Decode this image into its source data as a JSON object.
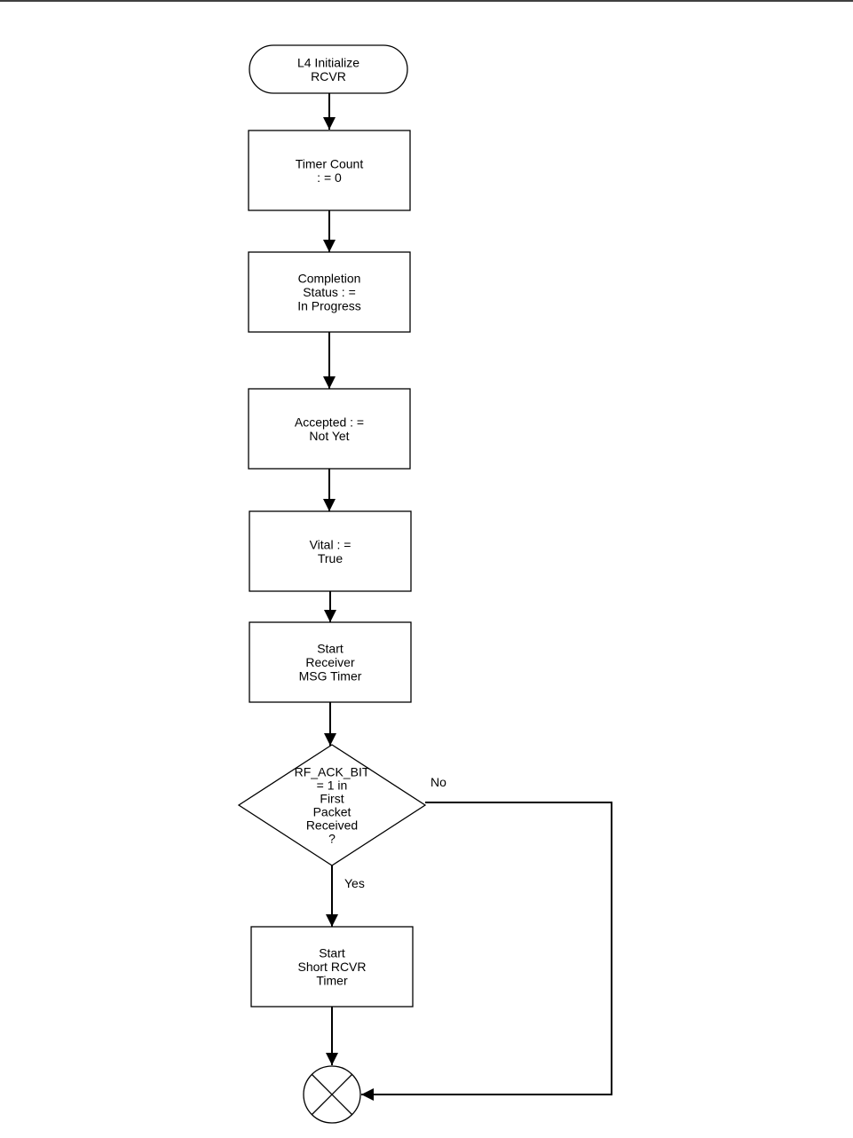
{
  "flowchart": {
    "nodes": [
      {
        "id": "start",
        "type": "terminator",
        "lines": [
          "L4 Initialize",
          "RCVR"
        ]
      },
      {
        "id": "timer-count",
        "type": "process",
        "lines": [
          "Timer Count",
          ": = 0"
        ]
      },
      {
        "id": "completion-status",
        "type": "process",
        "lines": [
          "Completion",
          "Status : =",
          "In Progress"
        ]
      },
      {
        "id": "accepted",
        "type": "process",
        "lines": [
          "Accepted : =",
          "Not Yet"
        ]
      },
      {
        "id": "vital",
        "type": "process",
        "lines": [
          "Vital : =",
          "True"
        ]
      },
      {
        "id": "start-receiver-timer",
        "type": "process",
        "lines": [
          "Start",
          "Receiver",
          "MSG Timer"
        ]
      },
      {
        "id": "ack-bit-decision",
        "type": "decision",
        "lines": [
          "RF_ACK_BIT",
          "= 1 in",
          "First",
          "Packet",
          "Received",
          "?"
        ]
      },
      {
        "id": "start-short-timer",
        "type": "process",
        "lines": [
          "Start",
          "Short RCVR",
          "Timer"
        ]
      },
      {
        "id": "connector",
        "type": "connector",
        "lines": []
      }
    ],
    "edges": [
      {
        "from": "start",
        "to": "timer-count",
        "label": ""
      },
      {
        "from": "timer-count",
        "to": "completion-status",
        "label": ""
      },
      {
        "from": "completion-status",
        "to": "accepted",
        "label": ""
      },
      {
        "from": "accepted",
        "to": "vital",
        "label": ""
      },
      {
        "from": "vital",
        "to": "start-receiver-timer",
        "label": ""
      },
      {
        "from": "start-receiver-timer",
        "to": "ack-bit-decision",
        "label": ""
      },
      {
        "from": "ack-bit-decision",
        "to": "start-short-timer",
        "label": "Yes"
      },
      {
        "from": "start-short-timer",
        "to": "connector",
        "label": ""
      },
      {
        "from": "ack-bit-decision",
        "to": "connector",
        "label": "No"
      }
    ]
  }
}
